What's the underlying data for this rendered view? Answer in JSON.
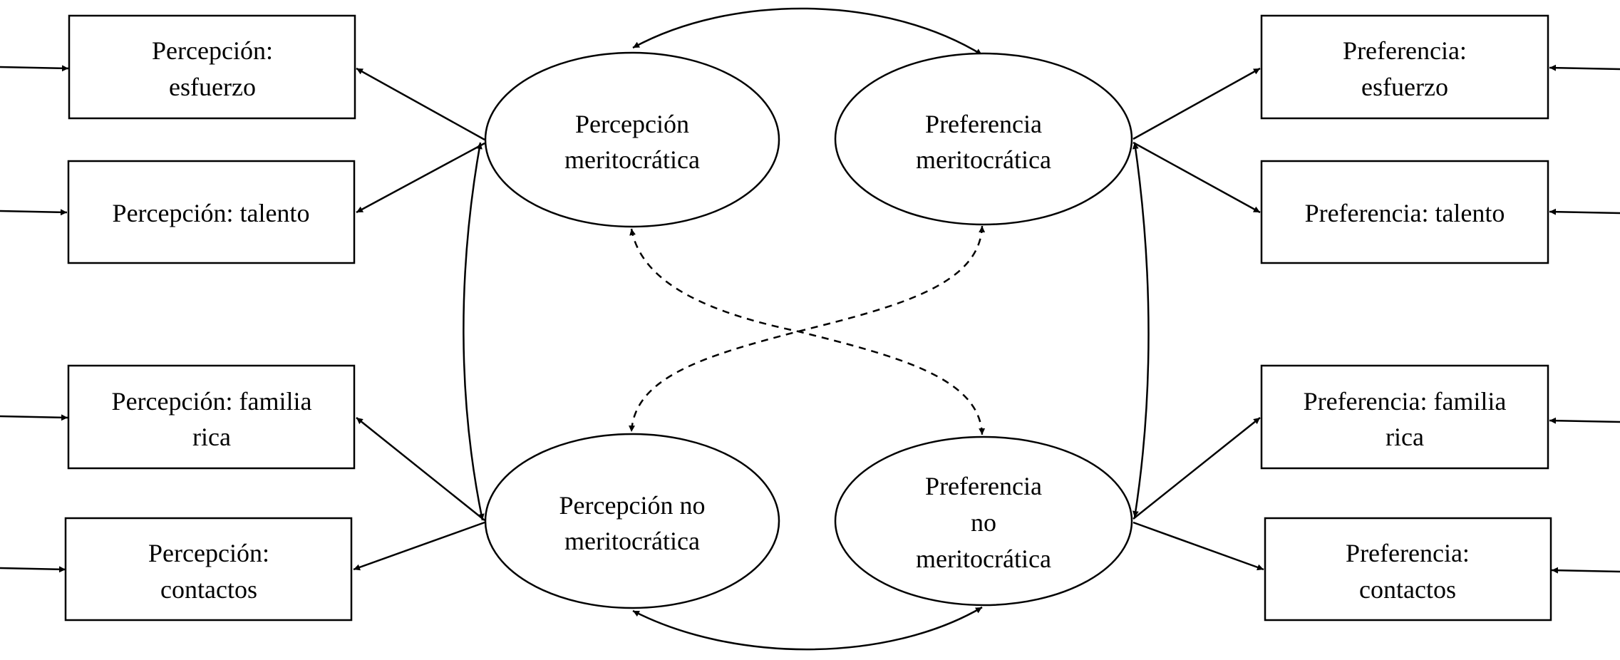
{
  "latent_factors": [
    {
      "id": "perc-merit",
      "lines": [
        "Percepción",
        "meritocrática"
      ]
    },
    {
      "id": "pref-merit",
      "lines": [
        "Preferencia",
        "meritocrática"
      ]
    },
    {
      "id": "perc-nomerit",
      "lines": [
        "Percepción no",
        "meritocrática"
      ]
    },
    {
      "id": "pref-nomerit",
      "lines": [
        "Preferencia",
        "no",
        "meritocrática"
      ]
    }
  ],
  "indicators": [
    {
      "id": "perc-esfuerzo",
      "lines": [
        "Percepción:",
        "esfuerzo"
      ]
    },
    {
      "id": "perc-talento",
      "lines": [
        "Percepción: talento"
      ]
    },
    {
      "id": "perc-familia",
      "lines": [
        "Percepción: familia",
        "rica"
      ]
    },
    {
      "id": "perc-contactos",
      "lines": [
        "Percepción:",
        "contactos"
      ]
    },
    {
      "id": "pref-esfuerzo",
      "lines": [
        "Preferencia:",
        "esfuerzo"
      ]
    },
    {
      "id": "pref-talento",
      "lines": [
        "Preferencia: talento"
      ]
    },
    {
      "id": "pref-familia",
      "lines": [
        "Preferencia: familia",
        "rica"
      ]
    },
    {
      "id": "pref-contactos",
      "lines": [
        "Preferencia:",
        "contactos"
      ]
    }
  ],
  "relations": {
    "loadings": [
      {
        "from": "perc-merit",
        "to": "perc-esfuerzo"
      },
      {
        "from": "perc-merit",
        "to": "perc-talento"
      },
      {
        "from": "perc-nomerit",
        "to": "perc-familia"
      },
      {
        "from": "perc-nomerit",
        "to": "perc-contactos"
      },
      {
        "from": "pref-merit",
        "to": "pref-esfuerzo"
      },
      {
        "from": "pref-merit",
        "to": "pref-talento"
      },
      {
        "from": "pref-nomerit",
        "to": "pref-familia"
      },
      {
        "from": "pref-nomerit",
        "to": "pref-contactos"
      }
    ],
    "covariances_solid": [
      [
        "perc-merit",
        "pref-merit"
      ],
      [
        "perc-nomerit",
        "pref-nomerit"
      ],
      [
        "perc-merit",
        "perc-nomerit"
      ],
      [
        "pref-merit",
        "pref-nomerit"
      ]
    ],
    "covariances_dashed": [
      [
        "perc-merit",
        "pref-nomerit"
      ],
      [
        "pref-merit",
        "perc-nomerit"
      ]
    ]
  },
  "colors": {
    "line": "#000000",
    "background": "#ffffff"
  }
}
